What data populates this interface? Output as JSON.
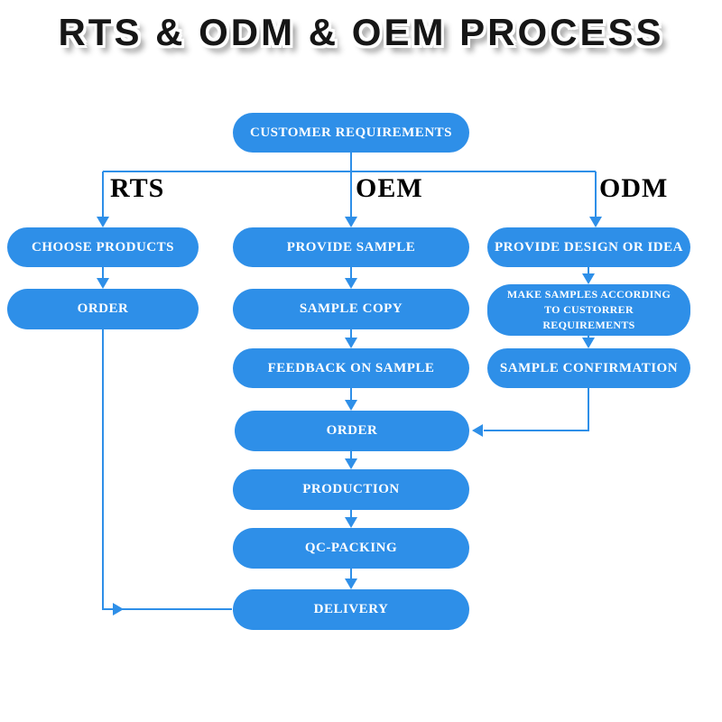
{
  "title": "RTS & ODM & OEM PROCESS",
  "colors": {
    "box": "#2E8FE8",
    "line": "#2E8FE8",
    "box_text": "#FFFFFF",
    "branch_label": "#000000"
  },
  "flow": {
    "root": "CUSTOMER REQUIREMENTS",
    "branches": [
      {
        "id": "rts",
        "label": "RTS",
        "steps": [
          "CHOOSE PRODUCTS",
          "ORDER"
        ]
      },
      {
        "id": "oem",
        "label": "OEM",
        "steps": [
          "PROVIDE SAMPLE",
          "SAMPLE COPY",
          "FEEDBACK ON SAMPLE",
          "ORDER",
          "PRODUCTION",
          "QC-PACKING",
          "DELIVERY"
        ]
      },
      {
        "id": "odm",
        "label": "ODM",
        "steps": [
          "PROVIDE DESIGN OR IDEA",
          "MAKE SAMPLES ACCORDING TO CUSTORRER REQUIREMENTS",
          "SAMPLE CONFIRMATION"
        ]
      }
    ]
  }
}
